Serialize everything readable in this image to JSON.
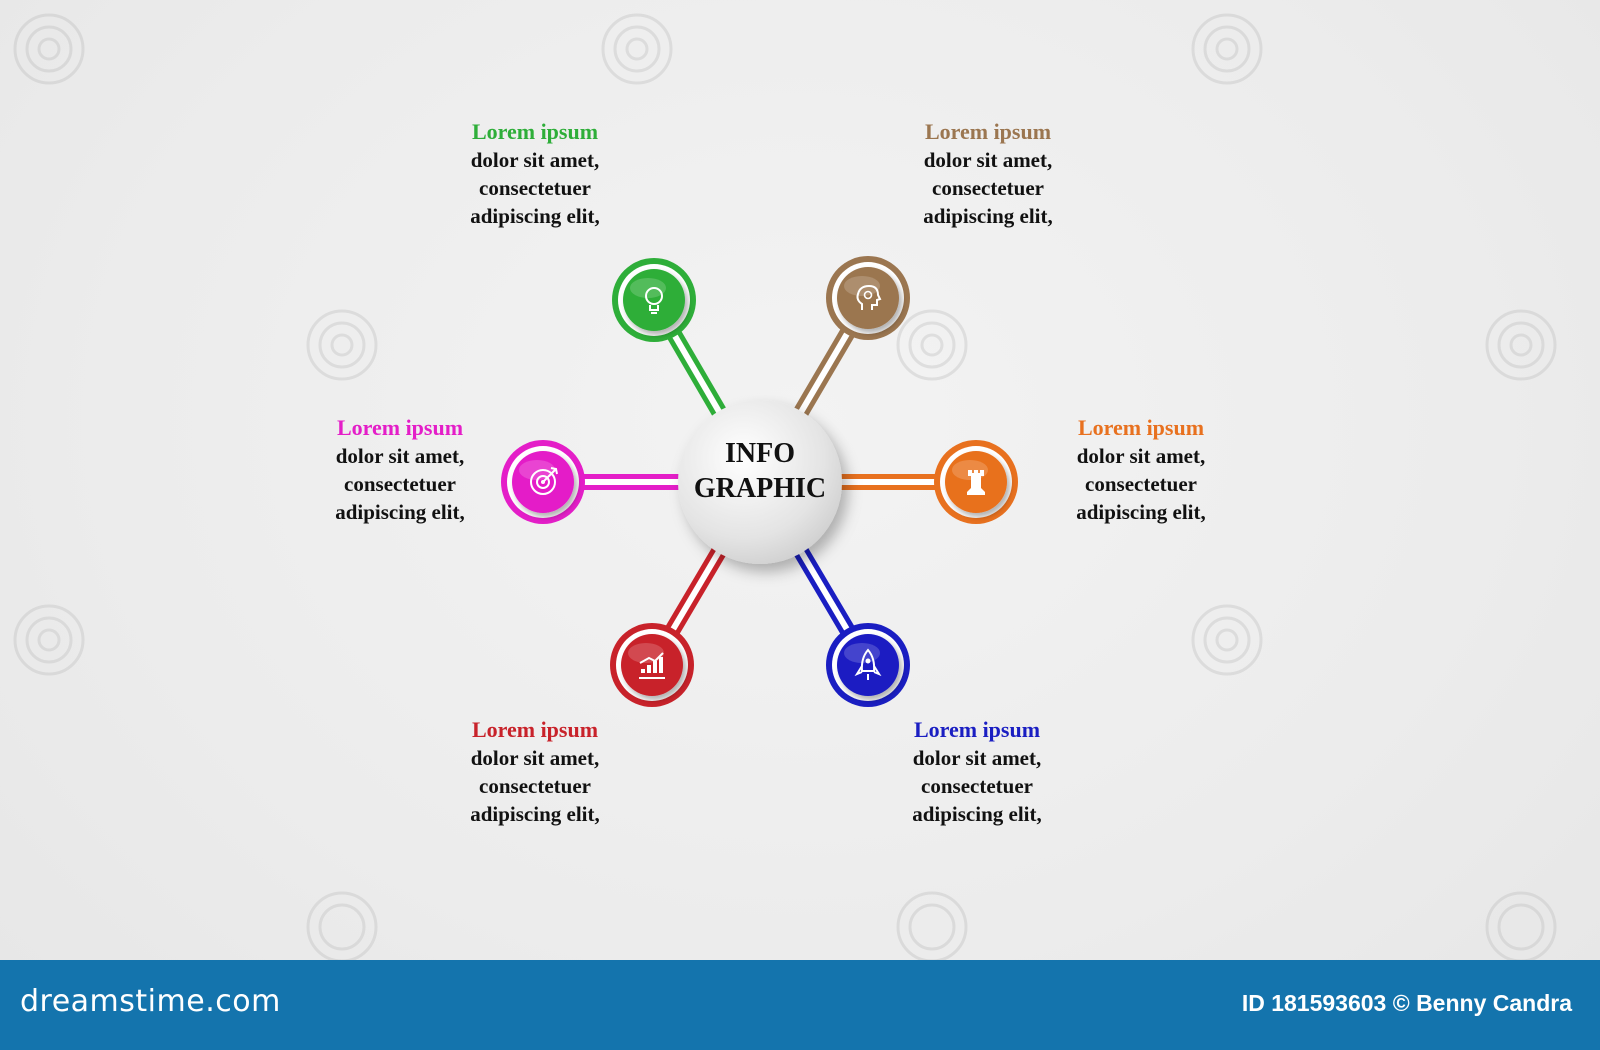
{
  "center": {
    "line1": "INFO",
    "line2": "GRAPHIC"
  },
  "items": [
    {
      "title": "Lorem ipsum",
      "lines": [
        "dolor sit amet,",
        "consectetuer",
        "adipiscing elit,"
      ],
      "color": "#2eae39",
      "icon": "lightbulb-icon"
    },
    {
      "title": "Lorem ipsum",
      "lines": [
        "dolor sit amet,",
        "consectetuer",
        "adipiscing elit,"
      ],
      "color": "#9b7650",
      "icon": "head-gears-icon"
    },
    {
      "title": "Lorem ipsum",
      "lines": [
        "dolor sit amet,",
        "consectetuer",
        "adipiscing elit,"
      ],
      "color": "#e8711f",
      "icon": "chess-rook-icon"
    },
    {
      "title": "Lorem ipsum",
      "lines": [
        "dolor sit amet,",
        "consectetuer",
        "adipiscing elit,"
      ],
      "color": "#1a1ec2",
      "icon": "rocket-icon"
    },
    {
      "title": "Lorem ipsum",
      "lines": [
        "dolor sit amet,",
        "consectetuer",
        "adipiscing elit,"
      ],
      "color": "#c8222a",
      "icon": "bar-chart-icon"
    },
    {
      "title": "Lorem ipsum",
      "lines": [
        "dolor sit amet,",
        "consectetuer",
        "adipiscing elit,"
      ],
      "color": "#e41ec8",
      "icon": "target-icon"
    }
  ],
  "footer": {
    "logo": "dreamstime.com",
    "credit": "ID 181593603 © Benny Candra",
    "background": "#1474ad"
  }
}
